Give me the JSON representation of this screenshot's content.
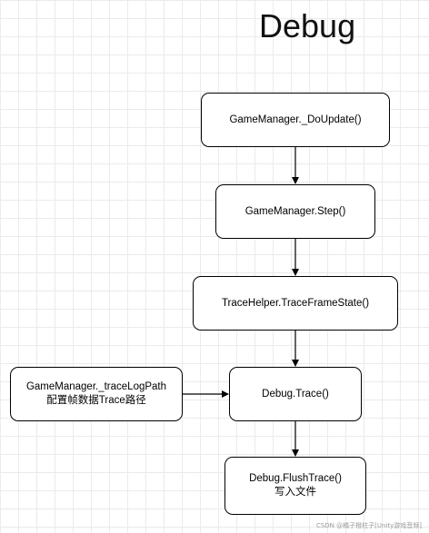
{
  "title": "Debug",
  "nodes": {
    "do_update": "GameManager._DoUpdate()",
    "step": "GameManager.Step()",
    "trace_frame_state": "TraceHelper.TraceFrameState()",
    "trace_log_path": {
      "line1": "GameManager._traceLogPath",
      "line2": "配置帧数据Trace路径"
    },
    "debug_trace": "Debug.Trace()",
    "flush_trace": {
      "line1": "Debug.FlushTrace()",
      "line2": "写入文件"
    }
  },
  "edges": [
    {
      "from": "do_update",
      "to": "step"
    },
    {
      "from": "step",
      "to": "trace_frame_state"
    },
    {
      "from": "trace_frame_state",
      "to": "debug_trace"
    },
    {
      "from": "trace_log_path",
      "to": "debug_trace"
    },
    {
      "from": "debug_trace",
      "to": "flush_trace"
    }
  ],
  "watermark": "CSDN @橘子橙柱子[Unity游戏音频]"
}
